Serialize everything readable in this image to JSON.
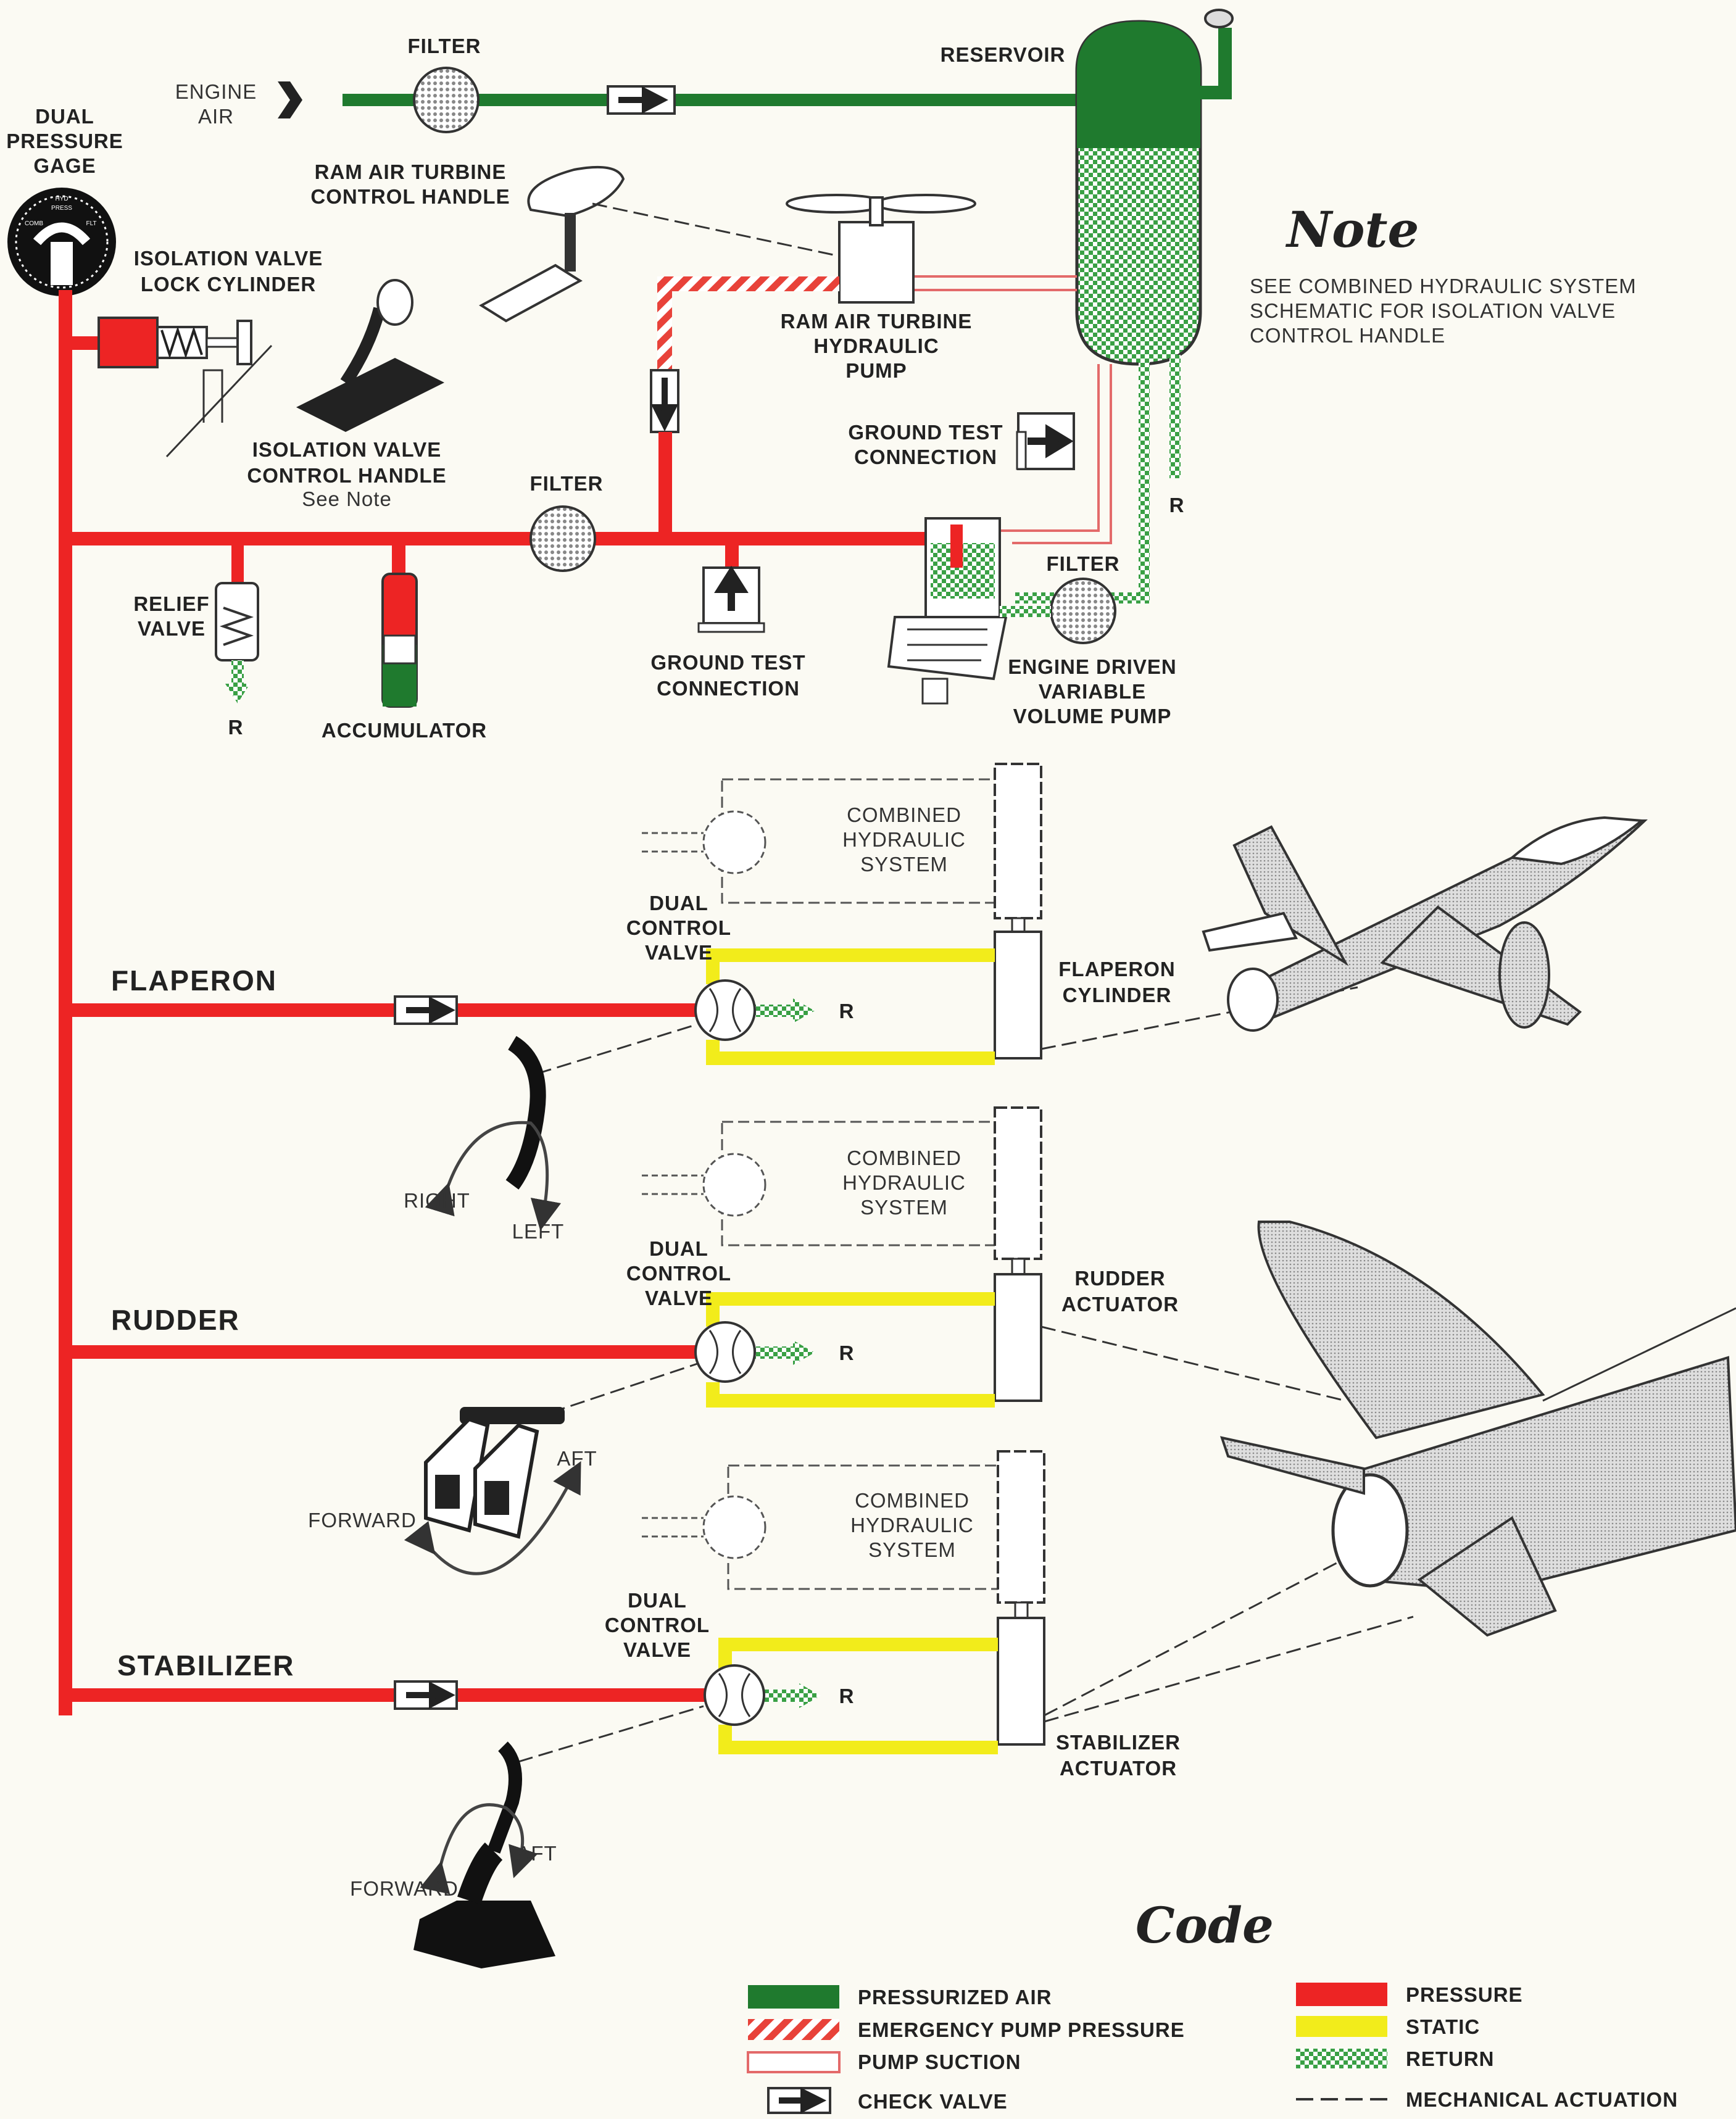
{
  "colors": {
    "pressurized_air": "#1f7a2e",
    "pressure": "#ed2424",
    "static": "#f2ec1b",
    "return": "#3aa045",
    "emergency": "#e8423a",
    "suction": "#e36a6a",
    "background": "#fbfaf3"
  },
  "labels": {
    "filter_top": "FILTER",
    "engine_air": [
      "ENGINE",
      "AIR"
    ],
    "reservoir": "RESERVOIR",
    "dual_pressure_gage": [
      "DUAL",
      "PRESSURE",
      "GAGE"
    ],
    "gage_face": [
      "HYD",
      "PRESS",
      "COMB",
      "FLT"
    ],
    "ram_air_turbine_control_handle": [
      "RAM AIR TURBINE",
      "CONTROL HANDLE"
    ],
    "isolation_valve_lock_cylinder": [
      "ISOLATION VALVE",
      "LOCK CYLINDER"
    ],
    "ram_air_turbine_hydraulic_pump": [
      "RAM AIR TURBINE",
      "HYDRAULIC",
      "PUMP"
    ],
    "ground_test_connection_upper": [
      "GROUND TEST",
      "CONNECTION"
    ],
    "isolation_valve_control_handle": [
      "ISOLATION VALVE",
      "CONTROL HANDLE",
      "See Note"
    ],
    "filter_mid": "FILTER",
    "filter_pump": "FILTER",
    "relief_valve": [
      "RELIEF",
      "VALVE"
    ],
    "accumulator": "ACCUMULATOR",
    "ground_test_connection_lower": [
      "GROUND TEST",
      "CONNECTION"
    ],
    "engine_driven_pump": [
      "ENGINE DRIVEN",
      "VARIABLE",
      "VOLUME PUMP"
    ],
    "return_r": "R",
    "combined_hydraulic_system": [
      "COMBINED",
      "HYDRAULIC",
      "SYSTEM"
    ],
    "dual_control_valve": [
      "DUAL",
      "CONTROL",
      "VALVE"
    ],
    "flaperon": "FLAPERON",
    "flaperon_cylinder": [
      "FLAPERON",
      "CYLINDER"
    ],
    "rudder": "RUDDER",
    "rudder_actuator": [
      "RUDDER",
      "ACTUATOR"
    ],
    "stabilizer": "STABILIZER",
    "stabilizer_actuator": [
      "STABILIZER",
      "ACTUATOR"
    ],
    "right": "RIGHT",
    "left": "LEFT",
    "forward": "FORWARD",
    "aft": "AFT"
  },
  "note": {
    "title": "Note",
    "lines": [
      "SEE COMBINED HYDRAULIC SYSTEM",
      "SCHEMATIC FOR ISOLATION VALVE",
      "CONTROL HANDLE"
    ]
  },
  "legend": {
    "title": "Code",
    "items": [
      {
        "key": "pressurized_air",
        "label": "PRESSURIZED AIR"
      },
      {
        "key": "emergency",
        "label": "EMERGENCY PUMP  PRESSURE"
      },
      {
        "key": "suction",
        "label": "PUMP SUCTION"
      },
      {
        "key": "check_valve",
        "label": "CHECK VALVE"
      },
      {
        "key": "pressure",
        "label": "PRESSURE"
      },
      {
        "key": "static",
        "label": "STATIC"
      },
      {
        "key": "return",
        "label": "RETURN"
      },
      {
        "key": "mechanical",
        "label": "MECHANICAL ACTUATION"
      }
    ]
  }
}
